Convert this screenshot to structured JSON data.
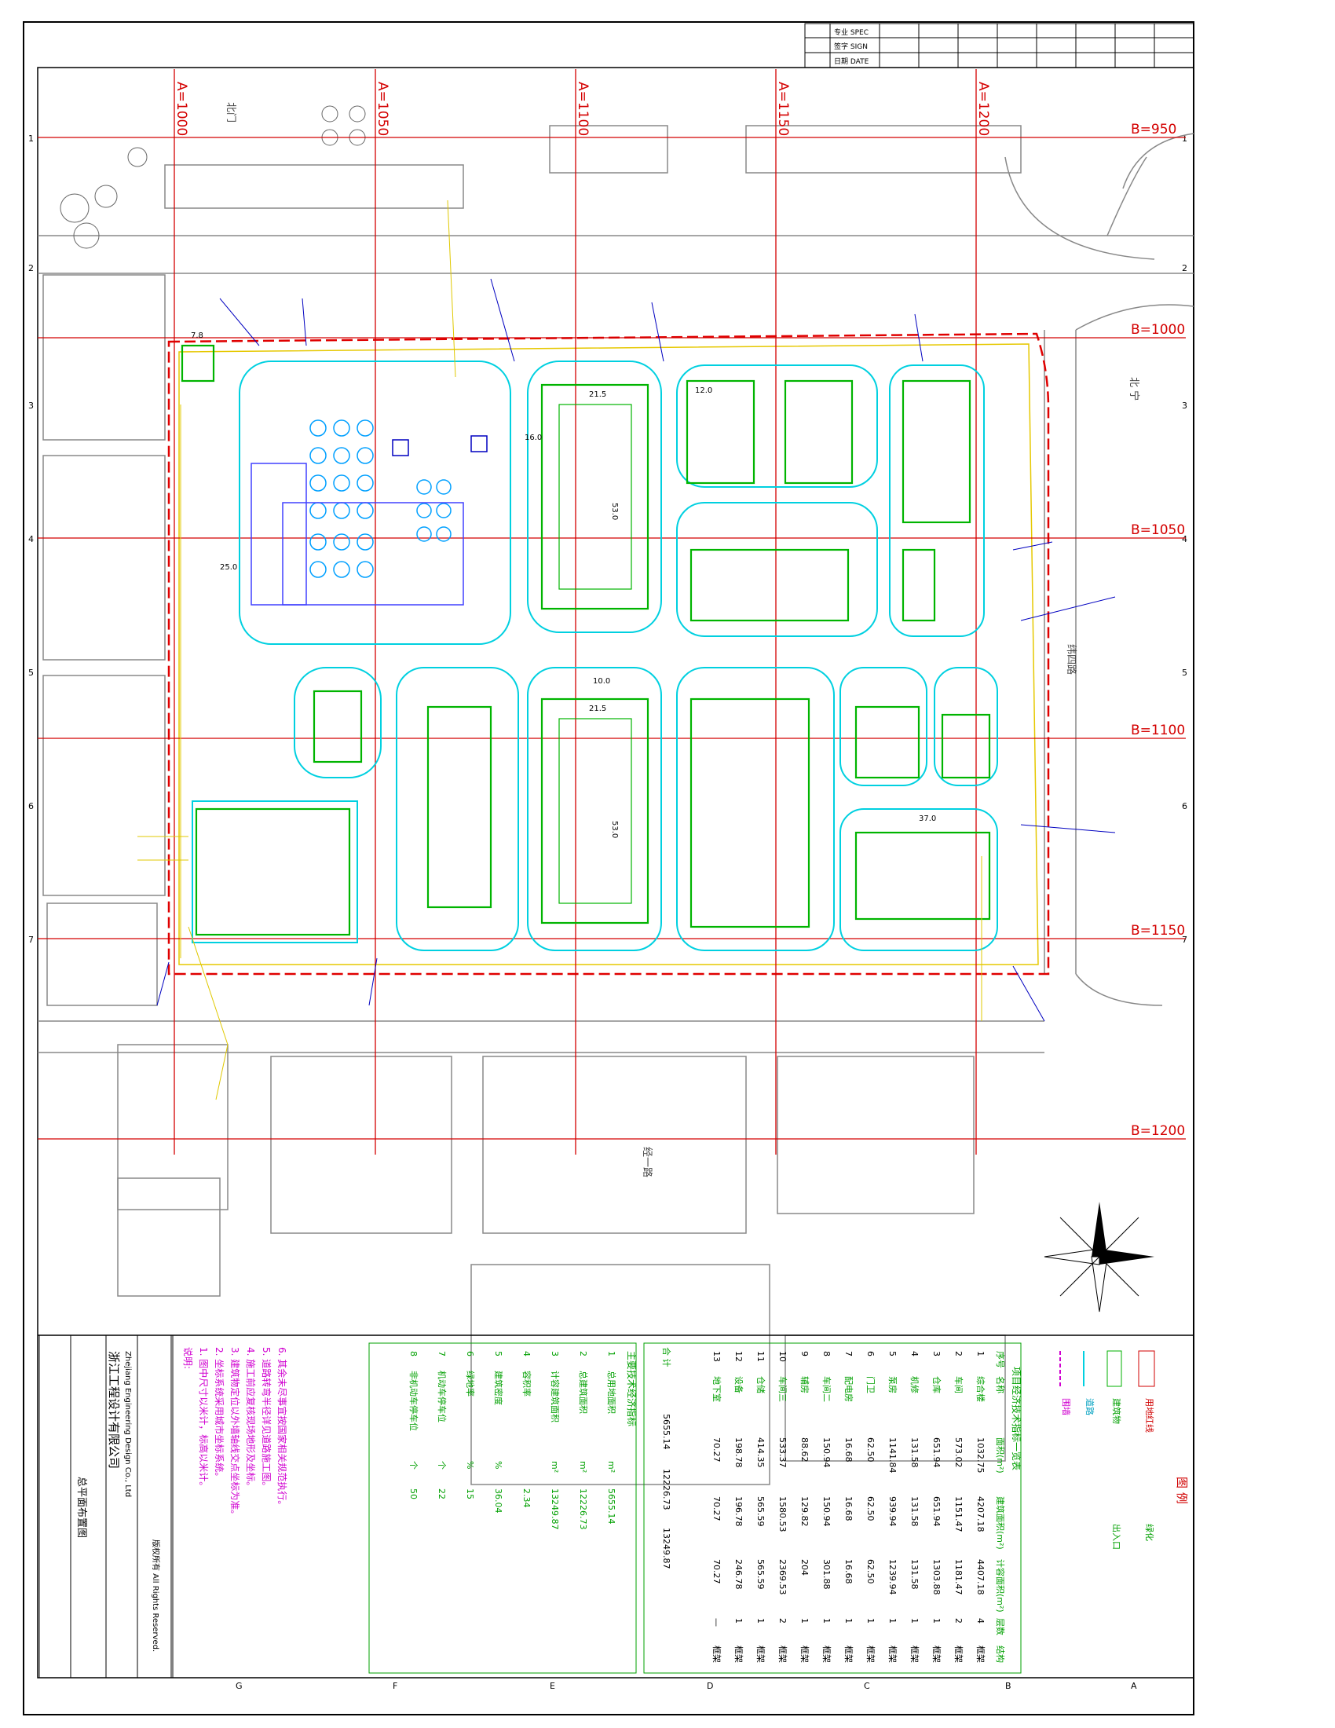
{
  "grid": {
    "a_lines": [
      "A=1000",
      "A=1050",
      "A=1100",
      "A=1150",
      "A=1200"
    ],
    "b_lines": [
      "B=950",
      "B=1000",
      "B=1050",
      "B=1100",
      "B=1150",
      "B=1200"
    ]
  },
  "frame": {
    "left_ticks": [
      "1",
      "2",
      "3",
      "4",
      "5",
      "6",
      "7"
    ],
    "right_ticks": [
      "1",
      "2",
      "3",
      "4",
      "5",
      "6",
      "7"
    ],
    "bottom_ticks": [
      "G",
      "F",
      "E",
      "D",
      "C",
      "B",
      "A"
    ]
  },
  "title_strip": {
    "rows": [
      "专业 SPEC",
      "签字 SIGN",
      "日期 DATE"
    ]
  },
  "site_dims": {
    "d1": "21.5",
    "d2": "53.0",
    "d3": "21.5",
    "d4": "53.0",
    "d5": "10.0",
    "d6": "37.0",
    "d7": "16.0",
    "d8": "12.0",
    "d9": "7.8",
    "d10": "25.0"
  },
  "road_labels": {
    "north": "北门",
    "east": "纬四路",
    "south": "经一路",
    "right_top": "北 宁"
  },
  "legend": {
    "title": "图 例",
    "items": [
      "用地红线",
      "建筑物",
      "道路",
      "围墙",
      "绿化",
      "出入口"
    ]
  },
  "table": {
    "title": "项目经济技术指标一览表",
    "headers": [
      "序号",
      "名称",
      "面积(m²)",
      "建筑面积(m²)",
      "计容面积(m²)",
      "层数",
      "结构"
    ],
    "rows": [
      [
        "1",
        "综合楼",
        "1032.75",
        "4207.18",
        "4407.18",
        "4",
        "框架"
      ],
      [
        "2",
        "车间",
        "573.02",
        "1151.47",
        "1181.47",
        "2",
        "框架"
      ],
      [
        "3",
        "仓库",
        "651.94",
        "651.94",
        "1303.88",
        "1",
        "框架"
      ],
      [
        "4",
        "机修",
        "131.58",
        "131.58",
        "131.58",
        "1",
        "框架"
      ],
      [
        "5",
        "泵房",
        "1141.84",
        "939.94",
        "1239.94",
        "1",
        "框架"
      ],
      [
        "6",
        "门卫",
        "62.50",
        "62.50",
        "62.50",
        "1",
        "框架"
      ],
      [
        "7",
        "配电房",
        "16.68",
        "16.68",
        "16.68",
        "1",
        "框架"
      ],
      [
        "8",
        "车间二",
        "150.94",
        "150.94",
        "301.88",
        "1",
        "框架"
      ],
      [
        "9",
        "辅房",
        "88.62",
        "129.82",
        "204",
        "1",
        "框架"
      ],
      [
        "10",
        "车间三",
        "533.37",
        "1580.53",
        "2369.53",
        "2",
        "框架"
      ],
      [
        "11",
        "仓储",
        "414.35",
        "565.59",
        "565.59",
        "1",
        "框架"
      ],
      [
        "12",
        "设备",
        "198.78",
        "196.78",
        "246.78",
        "1",
        "框架"
      ],
      [
        "13",
        "地下室",
        "70.27",
        "70.27",
        "70.27",
        "—",
        "框架"
      ]
    ],
    "total_label": "合 计",
    "total_values": [
      "5655.14",
      "12226.73",
      "13249.87"
    ]
  },
  "indicators": {
    "title": "主要技术经济指标",
    "rows": [
      [
        "1",
        "总用地面积",
        "m²",
        "5655.14"
      ],
      [
        "2",
        "总建筑面积",
        "m²",
        "12226.73"
      ],
      [
        "3",
        "计容建筑面积",
        "m²",
        "13249.87"
      ],
      [
        "4",
        "容积率",
        "",
        "2.34"
      ],
      [
        "5",
        "建筑密度",
        "%",
        "36.04"
      ],
      [
        "6",
        "绿地率",
        "%",
        "15"
      ],
      [
        "7",
        "机动车停车位",
        "个",
        "22"
      ],
      [
        "8",
        "非机动车停车位",
        "个",
        "50"
      ]
    ]
  },
  "notes": {
    "title": "说明:",
    "lines": [
      "1. 图中尺寸以米计，标高以米计。",
      "2. 坐标系统采用城市坐标系统。",
      "3. 建筑物定位以外墙轴线交点坐标为准。",
      "4. 施工前应复核现场地形及坐标。",
      "5. 道路转弯半径详见道路施工图。",
      "6. 其余未尽事宜按国家相关规范执行。"
    ]
  },
  "title_block": {
    "company_cn": "浙江工程设计有限公司",
    "company_en": "Zhejiang Engineering Design Co., Ltd",
    "drawing_title": "总平面布置图",
    "rights": "版权所有 All Rights Reserved."
  }
}
